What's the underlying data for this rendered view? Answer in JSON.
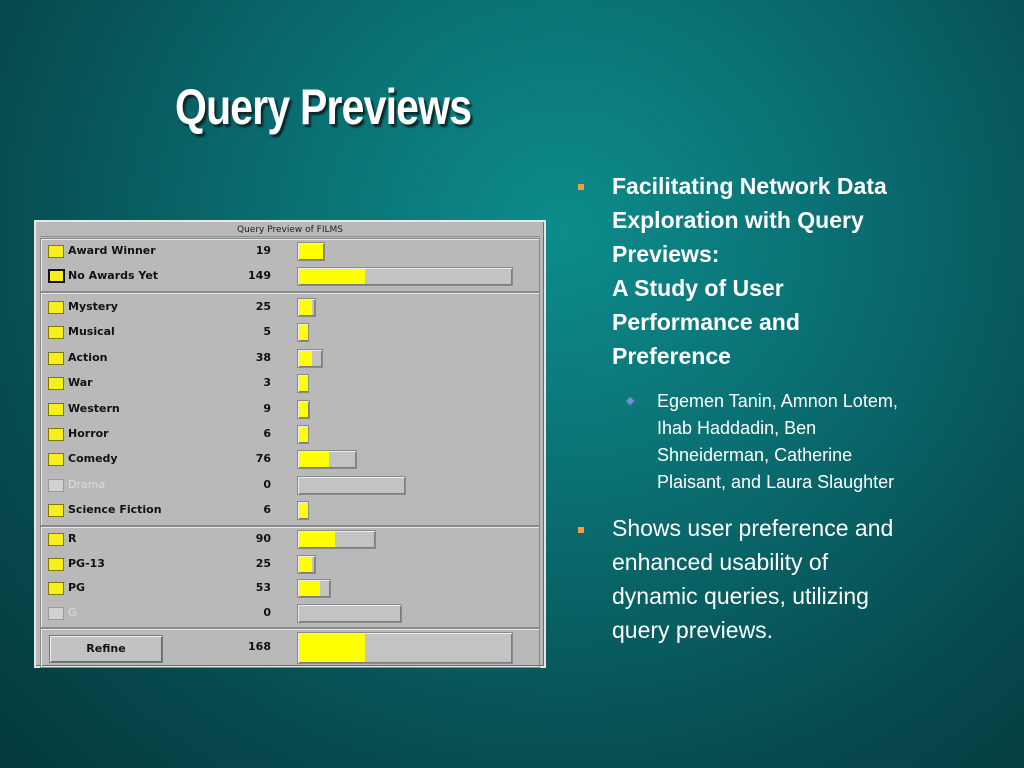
{
  "slide": {
    "title": "Query Previews"
  },
  "query_preview": {
    "window_title": "Query Preview of FILMS",
    "awards": [
      {
        "label": "Award Winner",
        "count": "19",
        "fraction": 0.11,
        "track": 0.12,
        "state": "normal"
      },
      {
        "label": "No Awards Yet",
        "count": "149",
        "fraction": 0.31,
        "track": 1.0,
        "state": "selected"
      }
    ],
    "genres": [
      {
        "label": "Mystery",
        "count": "25",
        "fraction": 0.06,
        "track": 0.08,
        "state": "normal"
      },
      {
        "label": "Musical",
        "count": "5",
        "fraction": 0.04,
        "track": 0.045,
        "state": "normal"
      },
      {
        "label": "Action",
        "count": "38",
        "fraction": 0.06,
        "track": 0.11,
        "state": "normal"
      },
      {
        "label": "War",
        "count": "3",
        "fraction": 0.04,
        "track": 0.045,
        "state": "normal"
      },
      {
        "label": "Western",
        "count": "9",
        "fraction": 0.04,
        "track": 0.05,
        "state": "normal"
      },
      {
        "label": "Horror",
        "count": "6",
        "fraction": 0.04,
        "track": 0.045,
        "state": "normal"
      },
      {
        "label": "Comedy",
        "count": "76",
        "fraction": 0.14,
        "track": 0.27,
        "state": "normal"
      },
      {
        "label": "Drama",
        "count": "0",
        "fraction": 0.0,
        "track": 0.5,
        "state": "disabled"
      },
      {
        "label": "Science Fiction",
        "count": "6",
        "fraction": 0.04,
        "track": 0.045,
        "state": "normal"
      }
    ],
    "ratings": [
      {
        "label": "R",
        "count": "90",
        "fraction": 0.17,
        "track": 0.36,
        "state": "normal"
      },
      {
        "label": "PG-13",
        "count": "25",
        "fraction": 0.06,
        "track": 0.08,
        "state": "normal"
      },
      {
        "label": "PG",
        "count": "53",
        "fraction": 0.1,
        "track": 0.15,
        "state": "normal"
      },
      {
        "label": "G",
        "count": "0",
        "fraction": 0.0,
        "track": 0.48,
        "state": "disabled"
      }
    ],
    "refine": {
      "label": "Refine",
      "count": "168",
      "fraction": 0.31,
      "track": 1.0
    },
    "colors": {
      "bar_fill": "#ffff00",
      "checkbox": "#f7ee1a",
      "panel": "#b9b9b9"
    }
  },
  "bullets": [
    {
      "lines": [
        "Facilitating Network Data",
        "Exploration with Query",
        "Previews:",
        "A Study of User",
        "Performance and",
        "Preference"
      ],
      "bold": true,
      "sub": {
        "lines": [
          "Egemen Tanin, Amnon Lotem,",
          "Ihab Haddadin, Ben",
          "Shneiderman, Catherine",
          "Plaisant, and Laura Slaughter"
        ]
      }
    },
    {
      "lines": [
        "Shows user preference and",
        "enhanced usability of",
        "dynamic queries, utilizing",
        "query previews."
      ],
      "bold": false
    }
  ],
  "colors": {
    "bullet": "#ff9a3a",
    "sub_bullet": "#7a8cd8",
    "text": "#ffffff"
  }
}
